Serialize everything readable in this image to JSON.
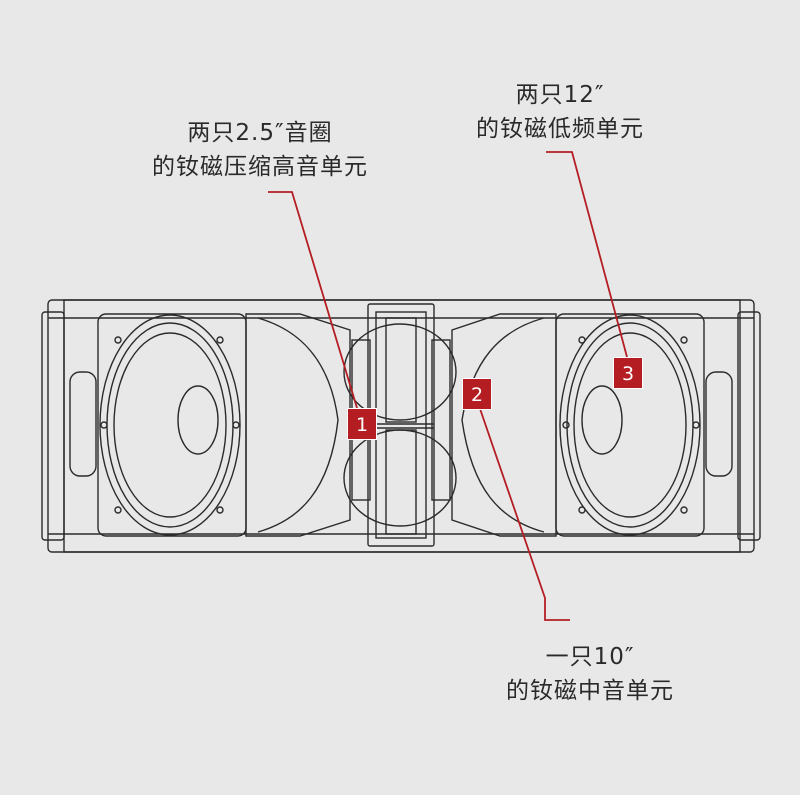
{
  "callouts": [
    {
      "id": "1",
      "line1": "两只2.5″音圈",
      "line2": "的钕磁压缩高音单元"
    },
    {
      "id": "2",
      "line1": "一只10″",
      "line2": "的钕磁中音单元"
    },
    {
      "id": "3",
      "line1": "两只12″",
      "line2": "的钕磁低频单元"
    }
  ],
  "colors": {
    "accent": "#b41e23",
    "line": "#2b2b2b",
    "background": "#e8e8e8"
  }
}
